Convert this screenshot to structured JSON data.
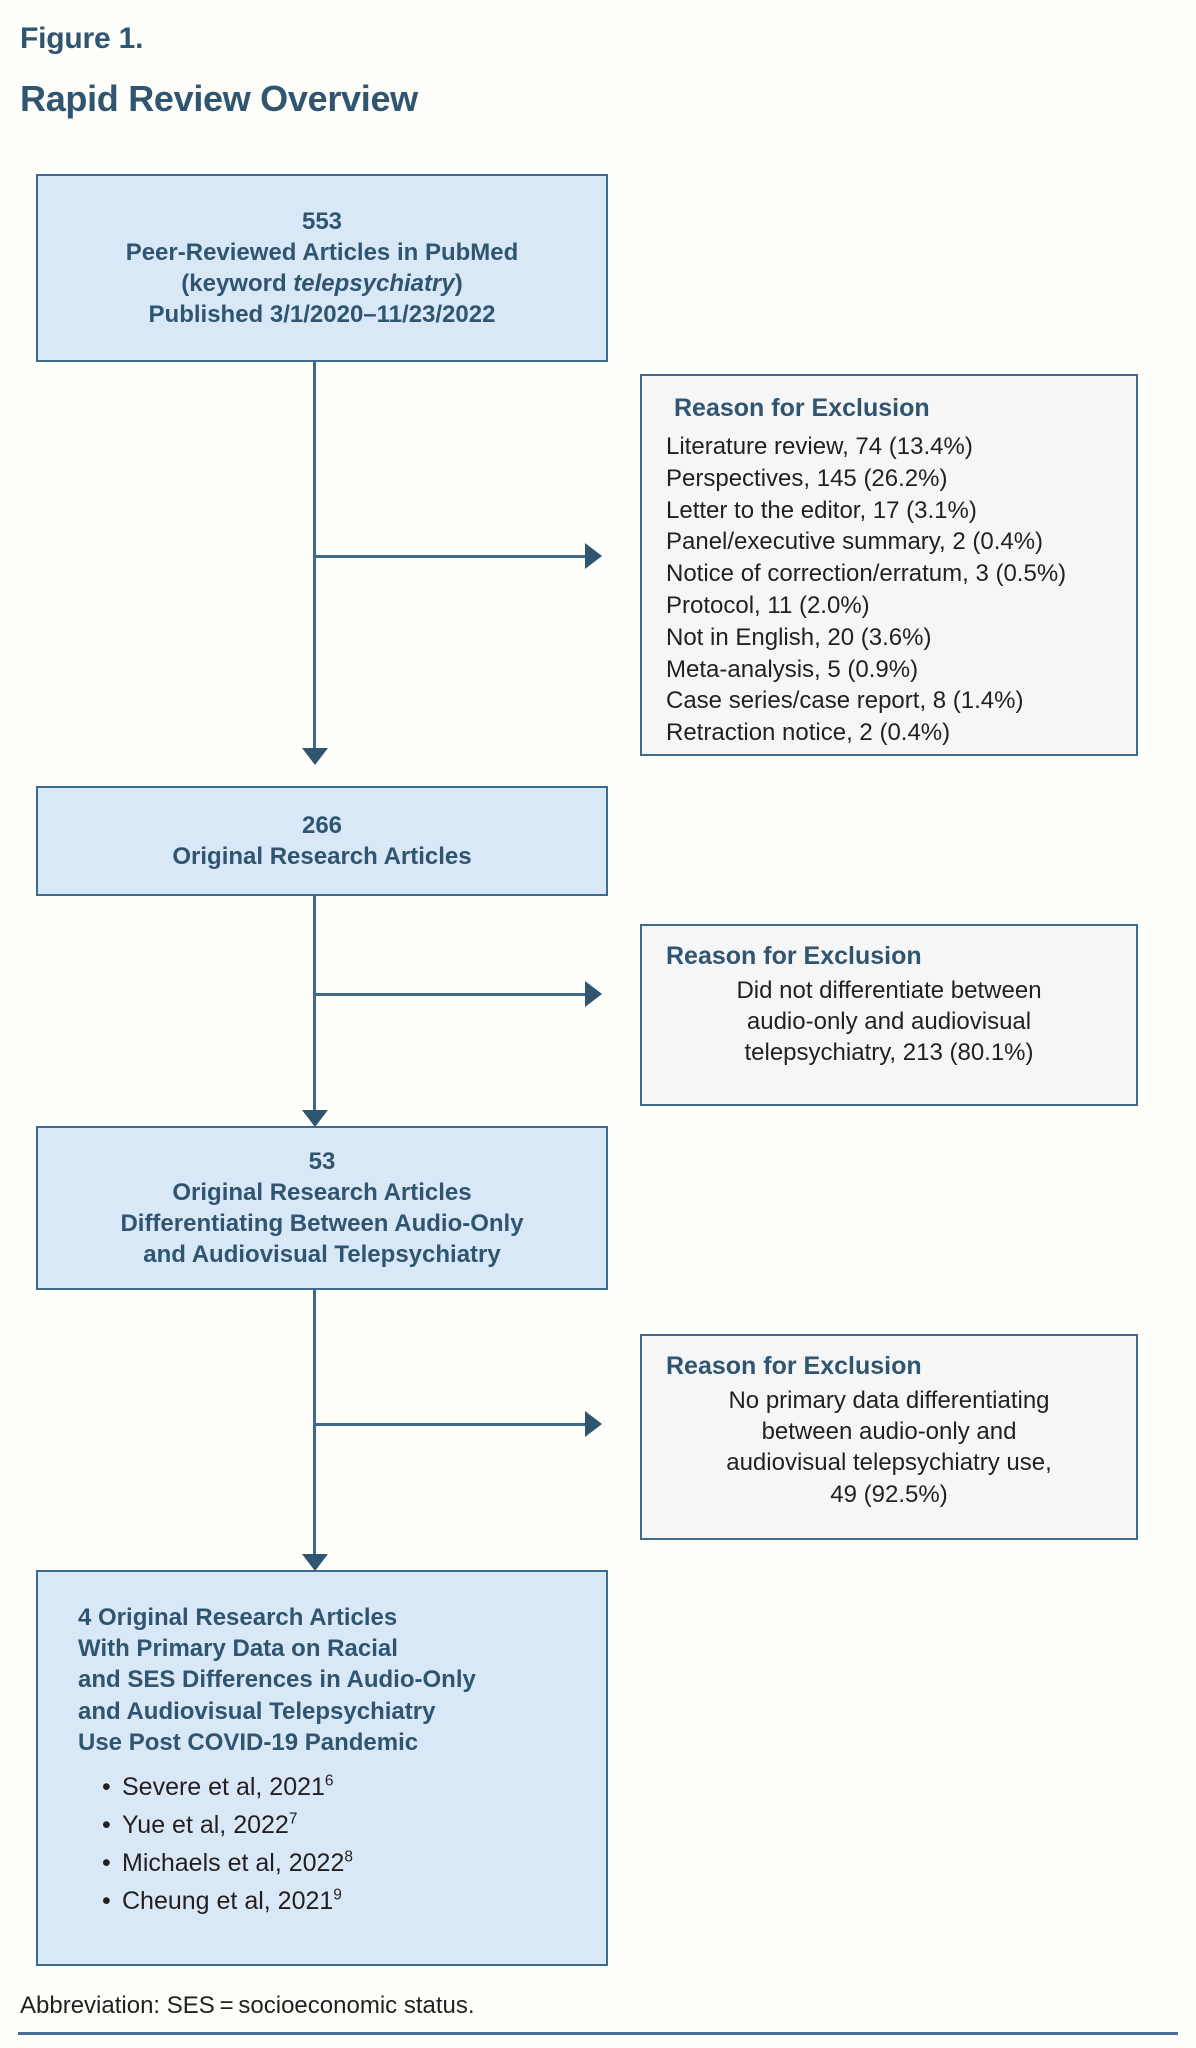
{
  "figure": {
    "label": "Figure 1.",
    "title": "Rapid Review Overview"
  },
  "colors": {
    "accent_blue": "#2f5571",
    "box_fill": "#d9e8f6",
    "box_border": "#3f6a8c",
    "exclusion_fill": "#f6f6f7",
    "text_dark": "#231f20"
  },
  "flow": {
    "box1": {
      "count": "553",
      "line2": "Peer-Reviewed Articles in PubMed",
      "line3_prefix": "(keyword ",
      "line3_italic": "telepsychiatry",
      "line3_suffix": ")",
      "line4": "Published 3/1/2020–11/23/2022"
    },
    "box2": {
      "count": "266",
      "line2": "Original Research Articles"
    },
    "box3": {
      "count": "53",
      "line2": "Original Research Articles",
      "line3": "Differentiating Between Audio-Only",
      "line4": "and Audiovisual Telepsychiatry"
    },
    "box4": {
      "line1": "4 Original Research Articles",
      "line2": "With Primary Data on Racial",
      "line3": "and SES Differences in Audio-Only",
      "line4": "and Audiovisual Telepsychiatry",
      "line5": "Use Post COVID-19 Pandemic",
      "references": [
        {
          "text": "Severe et al, 2021",
          "superscript": "6"
        },
        {
          "text": "Yue et al, 2022",
          "superscript": "7"
        },
        {
          "text": "Michaels et al, 2022",
          "superscript": "8"
        },
        {
          "text": "Cheung et al, 2021",
          "superscript": "9"
        }
      ]
    }
  },
  "exclusions": {
    "first": {
      "title": "Reason for Exclusion",
      "items": [
        "Literature review, 74 (13.4%)",
        "Perspectives, 145 (26.2%)",
        "Letter to the editor, 17 (3.1%)",
        "Panel/executive summary, 2 (0.4%)",
        "Notice of correction/erratum, 3 (0.5%)",
        "Protocol, 11 (2.0%)",
        "Not in English, 20 (3.6%)",
        "Meta-analysis, 5 (0.9%)",
        "Case series/case report, 8 (1.4%)",
        "Retraction notice, 2 (0.4%)"
      ]
    },
    "second": {
      "title": "Reason for Exclusion",
      "line1": "Did not differentiate between",
      "line2": "audio-only and audiovisual",
      "line3": "telepsychiatry, 213 (80.1%)"
    },
    "third": {
      "title": "Reason for Exclusion",
      "line1": "No primary data differentiating",
      "line2": "between audio-only and",
      "line3": "audiovisual telepsychiatry use,",
      "line4": "49 (92.5%)"
    }
  },
  "footer": {
    "note": "Abbreviation: SES = socioeconomic status."
  },
  "chart_data": {
    "type": "diagram",
    "diagram_kind": "prisma-flowchart",
    "title": "Rapid Review Overview",
    "nodes": [
      {
        "id": "n1",
        "count": 553,
        "label": "Peer-Reviewed Articles in PubMed (keyword telepsychiatry) Published 3/1/2020–11/23/2022"
      },
      {
        "id": "n2",
        "count": 266,
        "label": "Original Research Articles"
      },
      {
        "id": "n3",
        "count": 53,
        "label": "Original Research Articles Differentiating Between Audio-Only and Audiovisual Telepsychiatry"
      },
      {
        "id": "n4",
        "count": 4,
        "label": "Original Research Articles With Primary Data on Racial and SES Differences in Audio-Only and Audiovisual Telepsychiatry Use Post COVID-19 Pandemic"
      }
    ],
    "exclusion_groups": [
      {
        "after_node": "n1",
        "items": [
          {
            "reason": "Literature review",
            "n": 74,
            "pct": 13.4
          },
          {
            "reason": "Perspectives",
            "n": 145,
            "pct": 26.2
          },
          {
            "reason": "Letter to the editor",
            "n": 17,
            "pct": 3.1
          },
          {
            "reason": "Panel/executive summary",
            "n": 2,
            "pct": 0.4
          },
          {
            "reason": "Notice of correction/erratum",
            "n": 3,
            "pct": 0.5
          },
          {
            "reason": "Protocol",
            "n": 11,
            "pct": 2.0
          },
          {
            "reason": "Not in English",
            "n": 20,
            "pct": 3.6
          },
          {
            "reason": "Meta-analysis",
            "n": 5,
            "pct": 0.9
          },
          {
            "reason": "Case series/case report",
            "n": 8,
            "pct": 1.4
          },
          {
            "reason": "Retraction notice",
            "n": 2,
            "pct": 0.4
          }
        ]
      },
      {
        "after_node": "n2",
        "items": [
          {
            "reason": "Did not differentiate between audio-only and audiovisual telepsychiatry",
            "n": 213,
            "pct": 80.1
          }
        ]
      },
      {
        "after_node": "n3",
        "items": [
          {
            "reason": "No primary data differentiating between audio-only and audiovisual telepsychiatry use",
            "n": 49,
            "pct": 92.5
          }
        ]
      }
    ],
    "edges": [
      {
        "from": "n1",
        "to": "n2"
      },
      {
        "from": "n2",
        "to": "n3"
      },
      {
        "from": "n3",
        "to": "n4"
      }
    ]
  }
}
